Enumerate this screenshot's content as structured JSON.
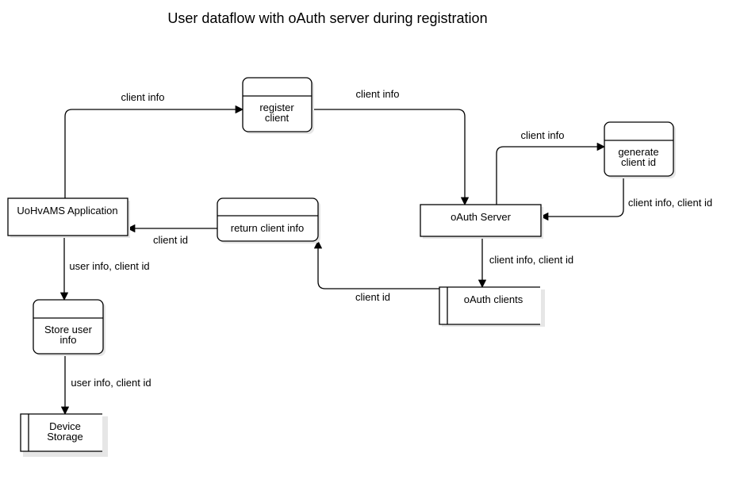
{
  "title": "User dataflow with oAuth server during registration",
  "nodes": {
    "uohvams_app": {
      "kind": "external_entity",
      "label": "UoHvAMS Application"
    },
    "register_client": {
      "kind": "process",
      "line1": "register",
      "line2": "client"
    },
    "oauth_server": {
      "kind": "external_entity",
      "label": "oAuth Server"
    },
    "generate_client_id": {
      "kind": "process",
      "line1": "generate",
      "line2": "client id"
    },
    "return_client_info": {
      "kind": "process",
      "label": "return client info"
    },
    "oauth_clients": {
      "kind": "data_store",
      "label": "oAuth clients"
    },
    "store_user_info": {
      "kind": "process",
      "line1": "Store user",
      "line2": "info"
    },
    "device_storage": {
      "kind": "data_store",
      "line1": "Device",
      "line2": "Storage"
    }
  },
  "edges": {
    "app_to_register": {
      "from": "UoHvAMS Application",
      "to": "register client",
      "label": "client info"
    },
    "register_to_server": {
      "from": "register client",
      "to": "oAuth Server",
      "label": "client info"
    },
    "server_to_generate": {
      "from": "oAuth Server",
      "to": "generate client id",
      "label": "client info"
    },
    "generate_to_server": {
      "from": "generate client id",
      "to": "oAuth Server",
      "label": "client info, client id"
    },
    "server_to_clients": {
      "from": "oAuth Server",
      "to": "oAuth clients",
      "label": "client info, client id"
    },
    "clients_to_return": {
      "from": "oAuth clients",
      "to": "return client info",
      "label": "client id"
    },
    "return_to_app": {
      "from": "return client info",
      "to": "UoHvAMS Application",
      "label": "client id"
    },
    "app_to_store": {
      "from": "UoHvAMS Application",
      "to": "Store user info",
      "label": "user info, client id"
    },
    "store_to_device": {
      "from": "Store user info",
      "to": "Device Storage",
      "label": "user info, client id"
    }
  }
}
